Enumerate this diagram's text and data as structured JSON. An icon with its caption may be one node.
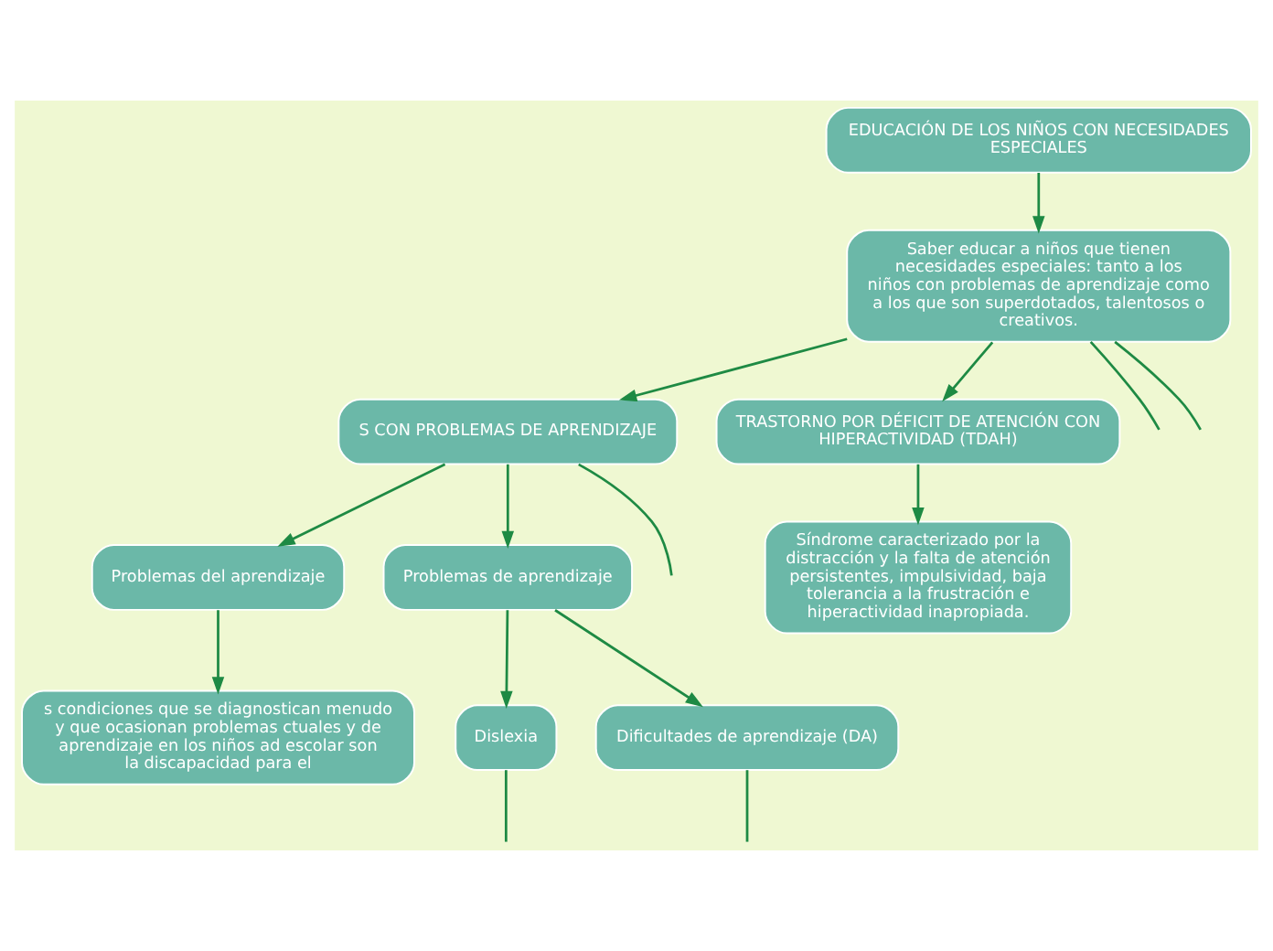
{
  "diagram": {
    "nodes": [
      {
        "text": [
          "EDUCACIÓN DE LOS NIÑOS CON NECESIDADES ESPECIALES"
        ]
      },
      {
        "text": [
          "Saber educar a niños que tienen necesidades especiales: tanto a los niños con problemas de aprendizaje como a los que son superdotados, talentosos o creativos."
        ]
      },
      {
        "text": [
          "S CON PROBLEMAS DE APRENDIZAJE"
        ]
      },
      {
        "text": [
          "Problemas del aprendizaje"
        ]
      },
      {
        "text": [
          "Problemas de aprendizaje"
        ]
      },
      {
        "text": [
          "s condiciones que se diagnostican menudo y que ocasionan problemas ctuales y de aprendizaje en los niños ad escolar son la discapacidad para el"
        ]
      },
      {
        "text": [
          "Dislexia"
        ]
      },
      {
        "text": [
          "Dificultades de aprendizaje (DA)"
        ]
      },
      {
        "text": [
          "TRASTORNO POR DÉFICIT DE ATENCIÓN CON HIPERACTIVIDAD (TDAH)"
        ]
      },
      {
        "text": [
          "Síndrome caracterizado por la distracción y la falta de atención persistentes, impulsividad, baja tolerancia a la frustración e hiperactividad inapropiada."
        ]
      }
    ],
    "edges": [
      {
        "from": 0,
        "to": 1,
        "arrow": "to"
      },
      {
        "from": 1,
        "to": 2,
        "arrow": "to"
      },
      {
        "from": 1,
        "to": null,
        "arrow": "none"
      },
      {
        "from": 1,
        "to": null,
        "arrow": "none"
      },
      {
        "from": 1,
        "to": 8,
        "arrow": "to"
      },
      {
        "from": 2,
        "to": null,
        "arrow": "none"
      },
      {
        "from": 2,
        "to": 3,
        "arrow": "to"
      },
      {
        "from": 2,
        "to": 4,
        "arrow": "to"
      },
      {
        "from": 3,
        "to": 5,
        "arrow": "to"
      },
      {
        "from": 4,
        "to": 6,
        "arrow": "to"
      },
      {
        "from": 4,
        "to": 7,
        "arrow": "to"
      },
      {
        "from": 6,
        "to": null,
        "arrow": "none"
      },
      {
        "from": 7,
        "to": null,
        "arrow": "none"
      },
      {
        "from": 8,
        "to": 9,
        "arrow": "to"
      }
    ]
  }
}
